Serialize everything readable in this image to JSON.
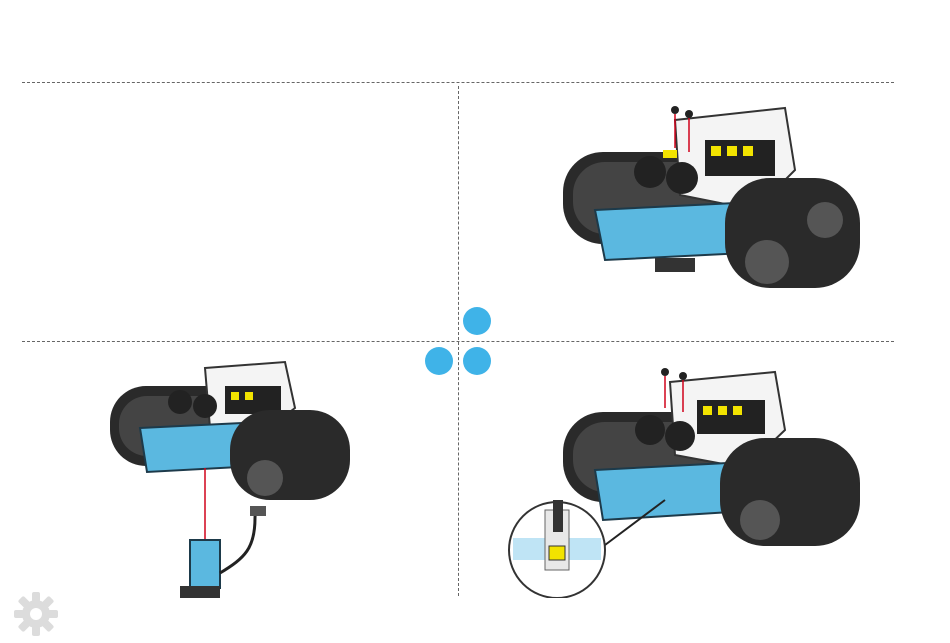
{
  "page": {
    "background": "#ffffff",
    "divider_color": "#666666",
    "step_dot_color": "#3fb3e8"
  },
  "panels": [
    {
      "id": "top-left",
      "content": "empty"
    },
    {
      "id": "top-right",
      "illustration": "robot-tank-screws-icon"
    },
    {
      "id": "bottom-left",
      "illustration": "robot-tank-sensor-cable-icon"
    },
    {
      "id": "bottom-right",
      "illustration": "robot-tank-port-detail-icon"
    }
  ],
  "step_indicators": [
    {
      "name": "step-dot-top"
    },
    {
      "name": "step-dot-left"
    },
    {
      "name": "step-dot-right"
    }
  ],
  "footer": {
    "icon": "gear-icon",
    "color": "#dcdcdc"
  },
  "colors": {
    "frame_blue": "#5bb8e0",
    "track_dark": "#2a2a2a",
    "body_white": "#f4f4f4",
    "accent_yellow": "#f2e300",
    "screw_red": "#d0021b"
  }
}
